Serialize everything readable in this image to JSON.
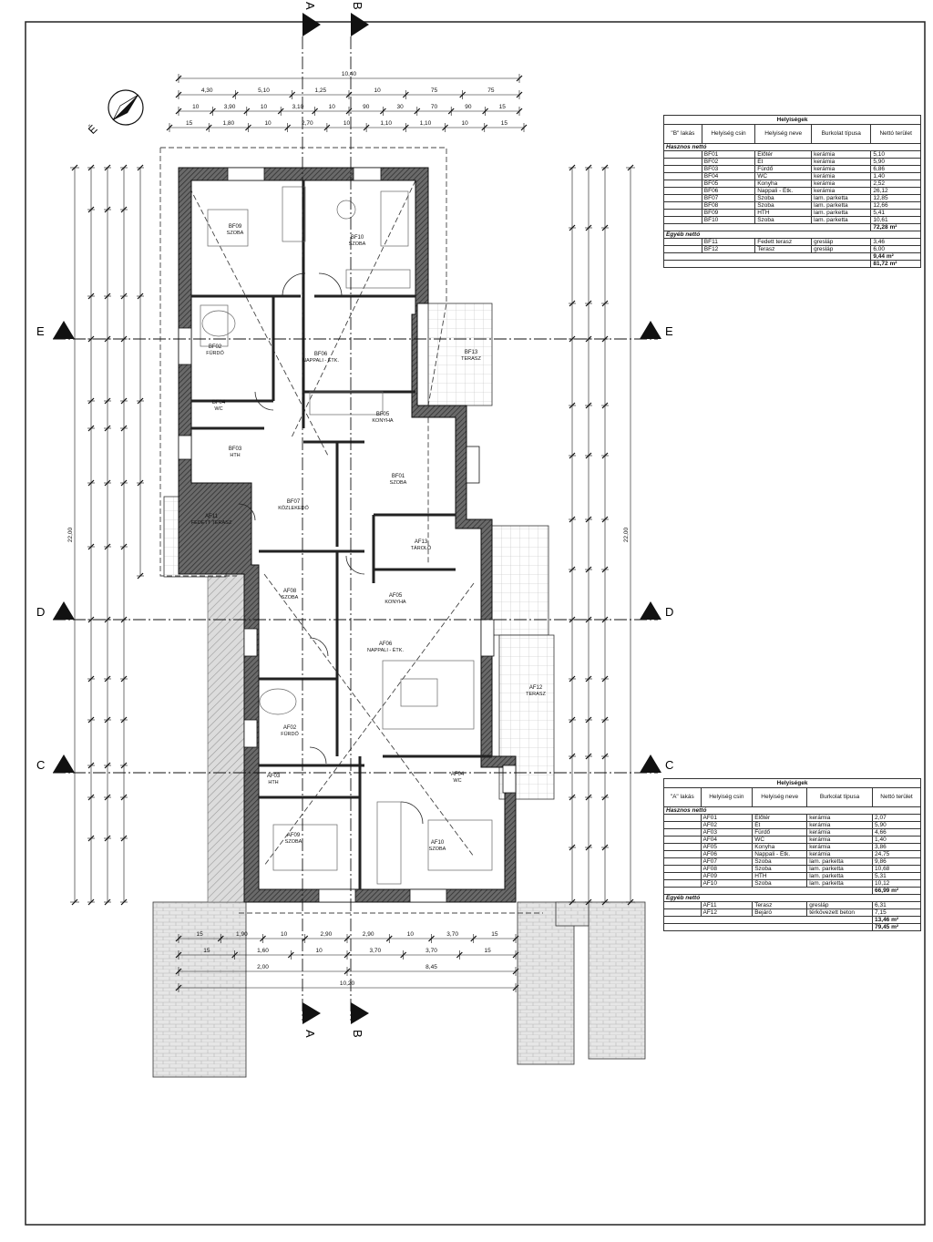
{
  "sections": {
    "A": "A",
    "B": "B",
    "C": "C",
    "D": "D",
    "E": "E"
  },
  "north_label": "É",
  "dimensions": {
    "top_total": "10,40",
    "top_row1": [
      "4,30",
      "5,10",
      "1,25",
      "10",
      "75",
      "75"
    ],
    "top_row2": [
      "10",
      "3,90",
      "10",
      "3,10",
      "10",
      "90",
      "30",
      "70",
      "90",
      "15"
    ],
    "top_row3": [
      "15",
      "1,80",
      "10",
      "2,70",
      "10",
      "1,10",
      "1,10",
      "10",
      "15"
    ],
    "left_total": "22,00",
    "right_total": "22,00",
    "bottom_row1": [
      "15",
      "1,90",
      "10",
      "2,90",
      "2,90",
      "10",
      "3,70",
      "15"
    ],
    "bottom_row2": [
      "15",
      "1,60",
      "10",
      "3,70",
      "3,70",
      "15"
    ],
    "bottom_row3": [
      "2,00",
      "8,45"
    ],
    "bottom_total": "10,20"
  },
  "rooms": [
    {
      "code": "BF09",
      "name": "SZOBA"
    },
    {
      "code": "BF10",
      "name": "SZOBA"
    },
    {
      "code": "BF02",
      "name": "FÜRDŐ"
    },
    {
      "code": "BF06",
      "name": "NAPPALI - ÉTK."
    },
    {
      "code": "BF05",
      "name": "KONYHA"
    },
    {
      "code": "BF13",
      "name": "TERASZ"
    },
    {
      "code": "BF04",
      "name": "WC"
    },
    {
      "code": "BF03",
      "name": "HTH"
    },
    {
      "code": "BF01",
      "name": "SZOBA"
    },
    {
      "code": "BF07",
      "name": "KÖZLEKEDŐ"
    },
    {
      "code": "AF11",
      "name": "FEDETT TERASZ"
    },
    {
      "code": "AF13",
      "name": "TÁROLÓ"
    },
    {
      "code": "AF08",
      "name": "SZOBA"
    },
    {
      "code": "AF05",
      "name": "KONYHA"
    },
    {
      "code": "AF06",
      "name": "NAPPALI - ÉTK."
    },
    {
      "code": "AF12",
      "name": "TERASZ"
    },
    {
      "code": "AF02",
      "name": "FÜRDŐ"
    },
    {
      "code": "AF03",
      "name": "HTH"
    },
    {
      "code": "AF04",
      "name": "WC"
    },
    {
      "code": "AF09",
      "name": "SZOBA"
    },
    {
      "code": "AF10",
      "name": "SZOBA"
    }
  ],
  "tables": [
    {
      "title": "Helyiségek",
      "headers": [
        "\"B\" lakás",
        "Helyiség csin",
        "Helyiség neve",
        "Burkolat típusa",
        "Nettó terület"
      ],
      "groups": [
        {
          "label": "Hasznos nettó",
          "rows": [
            [
              "BF01",
              "Előtér",
              "kerámia",
              "5,10"
            ],
            [
              "BF02",
              "Ét",
              "kerámia",
              "5,90"
            ],
            [
              "BF03",
              "Fürdő",
              "kerámia",
              "6,86"
            ],
            [
              "BF04",
              "WC",
              "kerámia",
              "1,40"
            ],
            [
              "BF05",
              "Konyha",
              "kerámia",
              "2,52"
            ],
            [
              "BF06",
              "Nappali - Étk.",
              "kerámia",
              "26,12"
            ],
            [
              "BF07",
              "Szoba",
              "lam. parketta",
              "12,85"
            ],
            [
              "BF08",
              "Szoba",
              "lam. parketta",
              "12,66"
            ],
            [
              "BF09",
              "HTH",
              "lam. parketta",
              "5,41"
            ],
            [
              "BF10",
              "Szoba",
              "lam. parketta",
              "10,61"
            ]
          ],
          "sum": "72,28 m²"
        },
        {
          "label": "Egyéb nettó",
          "rows": [
            [
              "BF11",
              "Fedett terasz",
              "gresláp",
              "3,46"
            ],
            [
              "BF12",
              "Terasz",
              "gresláp",
              "6,00"
            ]
          ],
          "sum": "9,44 m²"
        }
      ],
      "total": "81,72 m²"
    },
    {
      "title": "Helyiségek",
      "headers": [
        "\"A\" lakás",
        "Helyiség csin",
        "Helyiség neve",
        "Burkolat típusa",
        "Nettó terület"
      ],
      "groups": [
        {
          "label": "Hasznos nettó",
          "rows": [
            [
              "AF01",
              "Előtér",
              "kerámia",
              "2,07"
            ],
            [
              "AF02",
              "Ét",
              "kerámia",
              "5,90"
            ],
            [
              "AF03",
              "Fürdő",
              "kerámia",
              "4,66"
            ],
            [
              "AF04",
              "WC",
              "kerámia",
              "1,40"
            ],
            [
              "AF05",
              "Konyha",
              "kerámia",
              "3,86"
            ],
            [
              "AF06",
              "Nappali - Étk.",
              "kerámia",
              "24,75"
            ],
            [
              "AF07",
              "Szoba",
              "lam. parketta",
              "9,86"
            ],
            [
              "AF08",
              "Szoba",
              "lam. parketta",
              "10,68"
            ],
            [
              "AF09",
              "HTH",
              "lam. parketta",
              "5,31"
            ],
            [
              "AF10",
              "Szoba",
              "lam. parketta",
              "10,12"
            ]
          ],
          "sum": "66,99 m²"
        },
        {
          "label": "Egyéb nettó",
          "rows": [
            [
              "AF11",
              "Terasz",
              "gresláp",
              "6,31"
            ],
            [
              "AF12",
              "Bejáró",
              "térkövezett beton",
              "7,15"
            ]
          ],
          "sum": "13,46 m²"
        }
      ],
      "total": "79,45 m²"
    }
  ]
}
